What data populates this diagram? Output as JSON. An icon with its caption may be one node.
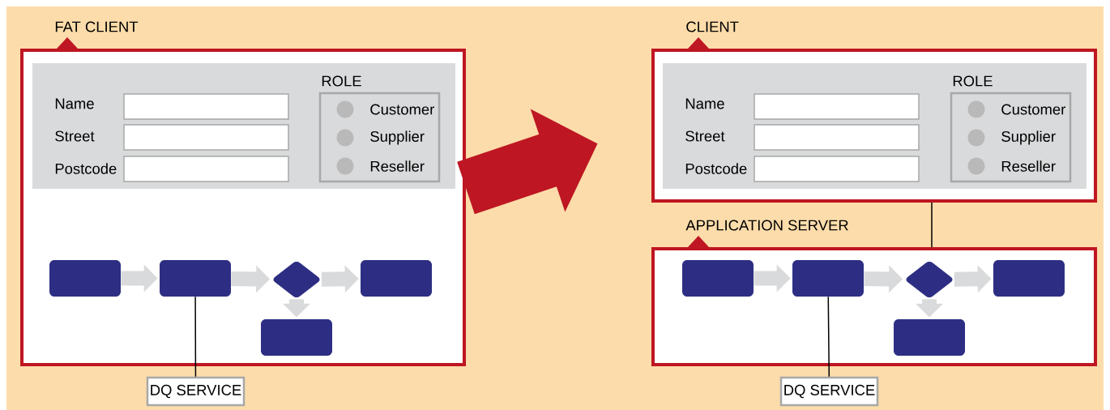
{
  "diagram": {
    "nodes": [
      {
        "text": [
          "FAT CLIENT"
        ]
      },
      {
        "text": [
          "Name",
          "Street",
          "Postcode"
        ],
        "in": 0
      },
      {
        "text": [
          "ROLE",
          "Customer",
          "Supplier",
          "Reseller"
        ],
        "in": 1
      },
      {
        "text": [],
        "shape": "box",
        "in": 0
      },
      {
        "text": [],
        "shape": "box",
        "in": 0
      },
      {
        "text": [],
        "shape": "diamond",
        "in": 0
      },
      {
        "text": [],
        "shape": "box",
        "in": 0
      },
      {
        "text": [],
        "shape": "box",
        "in": 0
      },
      {
        "text": [
          "DQ SERVICE"
        ]
      },
      {
        "text": [
          "CLIENT"
        ]
      },
      {
        "text": [
          "Name",
          "Street",
          "Postcode"
        ],
        "in": 9
      },
      {
        "text": [
          "ROLE",
          "Customer",
          "Supplier",
          "Reseller"
        ],
        "in": 10
      },
      {
        "text": [
          "APPLICATION SERVER"
        ]
      },
      {
        "text": [],
        "shape": "box",
        "in": 12
      },
      {
        "text": [],
        "shape": "box",
        "in": 12
      },
      {
        "text": [],
        "shape": "diamond",
        "in": 12
      },
      {
        "text": [],
        "shape": "box",
        "in": 12
      },
      {
        "text": [],
        "shape": "box",
        "in": 12
      },
      {
        "text": [
          "DQ SERVICE"
        ]
      }
    ],
    "edges": [
      {
        "from": 3,
        "to": 4,
        "arrow": "to"
      },
      {
        "from": 4,
        "to": 5,
        "arrow": "to"
      },
      {
        "from": 5,
        "to": 6,
        "arrow": "to"
      },
      {
        "from": 5,
        "to": 7,
        "arrow": "to"
      },
      {
        "from": 4,
        "to": 8,
        "arrow": "none",
        "color": "#000000"
      },
      {
        "from": 0,
        "to": 9,
        "arrow": "to",
        "style": "thick",
        "color": "#be1622"
      },
      {
        "from": 9,
        "to": 12,
        "arrow": "none",
        "color": "#000000"
      },
      {
        "from": 13,
        "to": 14,
        "arrow": "to"
      },
      {
        "from": 14,
        "to": 15,
        "arrow": "to"
      },
      {
        "from": 15,
        "to": 16,
        "arrow": "to"
      },
      {
        "from": 15,
        "to": 17,
        "arrow": "to"
      },
      {
        "from": 14,
        "to": 18,
        "arrow": "none",
        "color": "#000000"
      }
    ]
  }
}
